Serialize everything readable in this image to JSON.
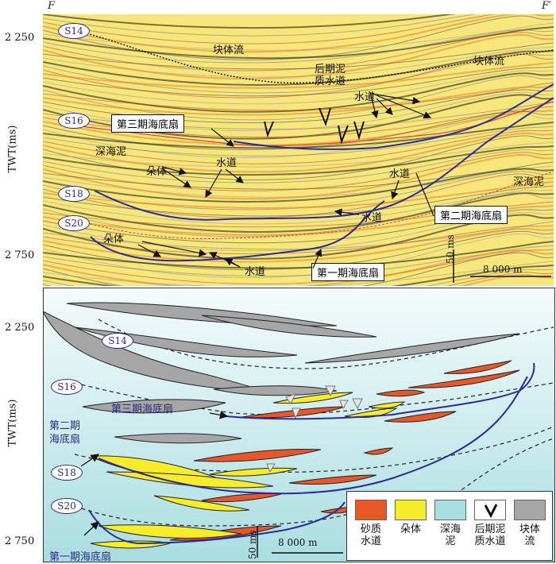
{
  "top_panel": {
    "corner_left": "F",
    "corner_right": "F′",
    "y_axis_title": "TWT(ms)",
    "y_ticks": [
      "2 250",
      "2 750"
    ],
    "horizons": [
      "S14",
      "S16",
      "S18",
      "S20"
    ],
    "labels": {
      "mass_flow_left": "块体流",
      "mass_flow_right": "块体流",
      "late_mud_channel": "后期泥\n质水道",
      "channel_1": "水道",
      "channel_2": "水道",
      "channel_3": "水道",
      "channel_4": "水道",
      "channel_5": "水道",
      "deep_mud_left": "深海泥",
      "deep_mud_right": "深海泥",
      "lobe_1": "朵体",
      "lobe_2": "朵体",
      "fan_3": "第三期海底扇",
      "fan_2": "第二期海底扇",
      "fan_1": "第一期海底扇"
    },
    "scale_vertical": "50 ms",
    "scale_horizontal": "8 000 m"
  },
  "bottom_panel": {
    "y_axis_title": "TWT(ms)",
    "y_ticks": [
      "2 250",
      "2 750"
    ],
    "horizons": [
      "S14",
      "S16",
      "S18",
      "S20"
    ],
    "fan_3": "第三期海底扇",
    "fan_2": "第二期\n海底扇",
    "fan_1": "第一期海底扇",
    "scale_vertical": "50 ms",
    "scale_horizontal": "8 000 m"
  },
  "legend": {
    "items": [
      {
        "label": "砂质\n水道",
        "color": "#e8572a"
      },
      {
        "label": "朵体",
        "color": "#f5ec2a"
      },
      {
        "label": "深海\n泥",
        "color": "#a8dde2"
      },
      {
        "label": "后期泥\n质水道",
        "color": "#ffffff"
      },
      {
        "label": "块体\n流",
        "color": "#a6a6a6"
      }
    ]
  }
}
